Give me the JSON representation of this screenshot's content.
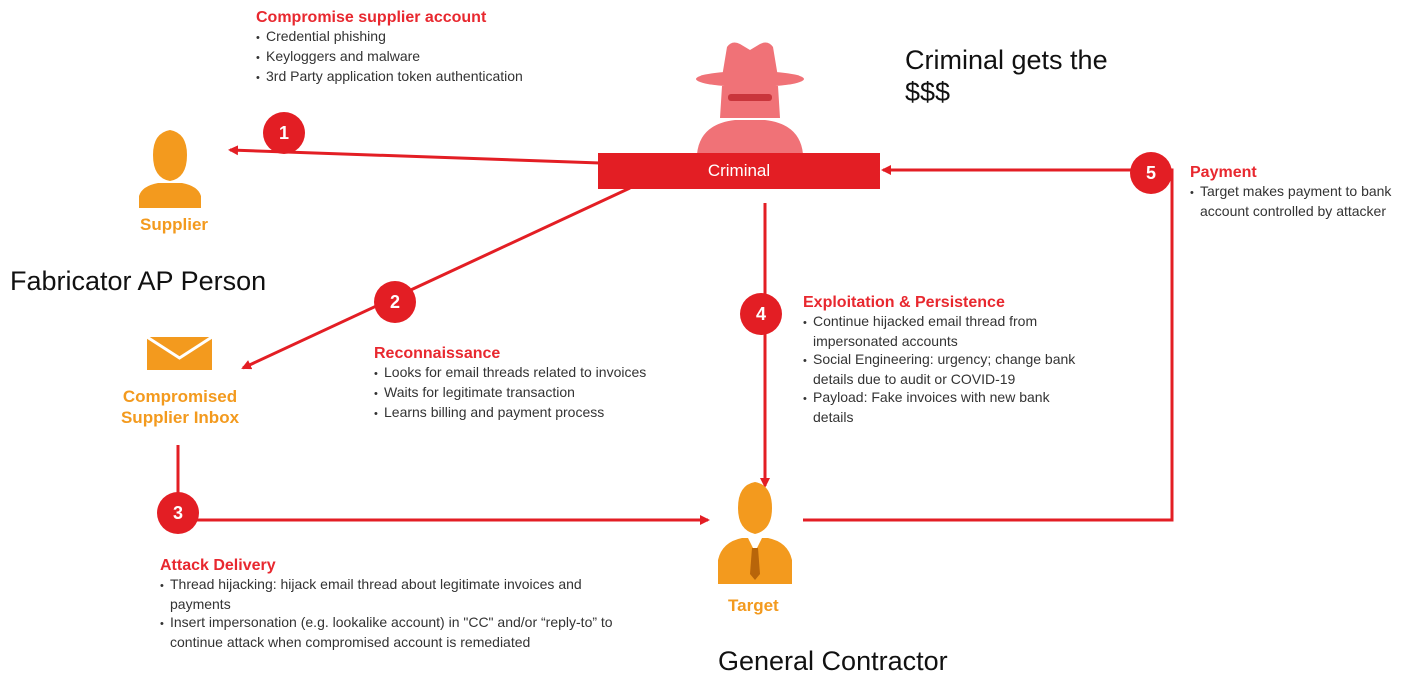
{
  "colors": {
    "red": "#e31e24",
    "orange": "#f39a1e",
    "criminal_pink": "#f07277"
  },
  "criminal": {
    "label": "Criminal"
  },
  "nodes": {
    "supplier": "Supplier",
    "compromised_inbox": "Compromised\nSupplier Inbox",
    "target": "Target"
  },
  "steps": [
    {
      "number": "1",
      "title": "Compromise supplier account",
      "bullets": [
        "Credential phishing",
        "Keyloggers and malware",
        "3rd Party application token authentication"
      ]
    },
    {
      "number": "2",
      "title": "Reconnaissance",
      "bullets": [
        "Looks for email threads related to invoices",
        "Waits for legitimate transaction",
        "Learns billing and payment process"
      ]
    },
    {
      "number": "3",
      "title": "Attack Delivery",
      "bullets": [
        "Thread hijacking: hijack email thread about legitimate invoices and payments",
        "Insert impersonation (e.g. lookalike account) in \"CC\" and/or “reply-to” to continue attack when compromised account is remediated"
      ]
    },
    {
      "number": "4",
      "title": "Exploitation & Persistence",
      "bullets": [
        "Continue hijacked email thread from impersonated accounts",
        "Social Engineering: urgency; change bank details due to audit or COVID-19",
        "Payload: Fake invoices with new bank details"
      ]
    },
    {
      "number": "5",
      "title": "Payment",
      "bullets": [
        "Target makes payment to bank account controlled by attacker"
      ]
    }
  ],
  "annotations": {
    "criminal_gets": "Criminal gets the\n$$$",
    "fabricator": "Fabricator AP Person",
    "general_contractor": "General Contractor"
  },
  "icons": {
    "criminal": "spy-icon",
    "supplier": "person-icon",
    "inbox": "envelope-icon",
    "target": "businessman-icon"
  }
}
